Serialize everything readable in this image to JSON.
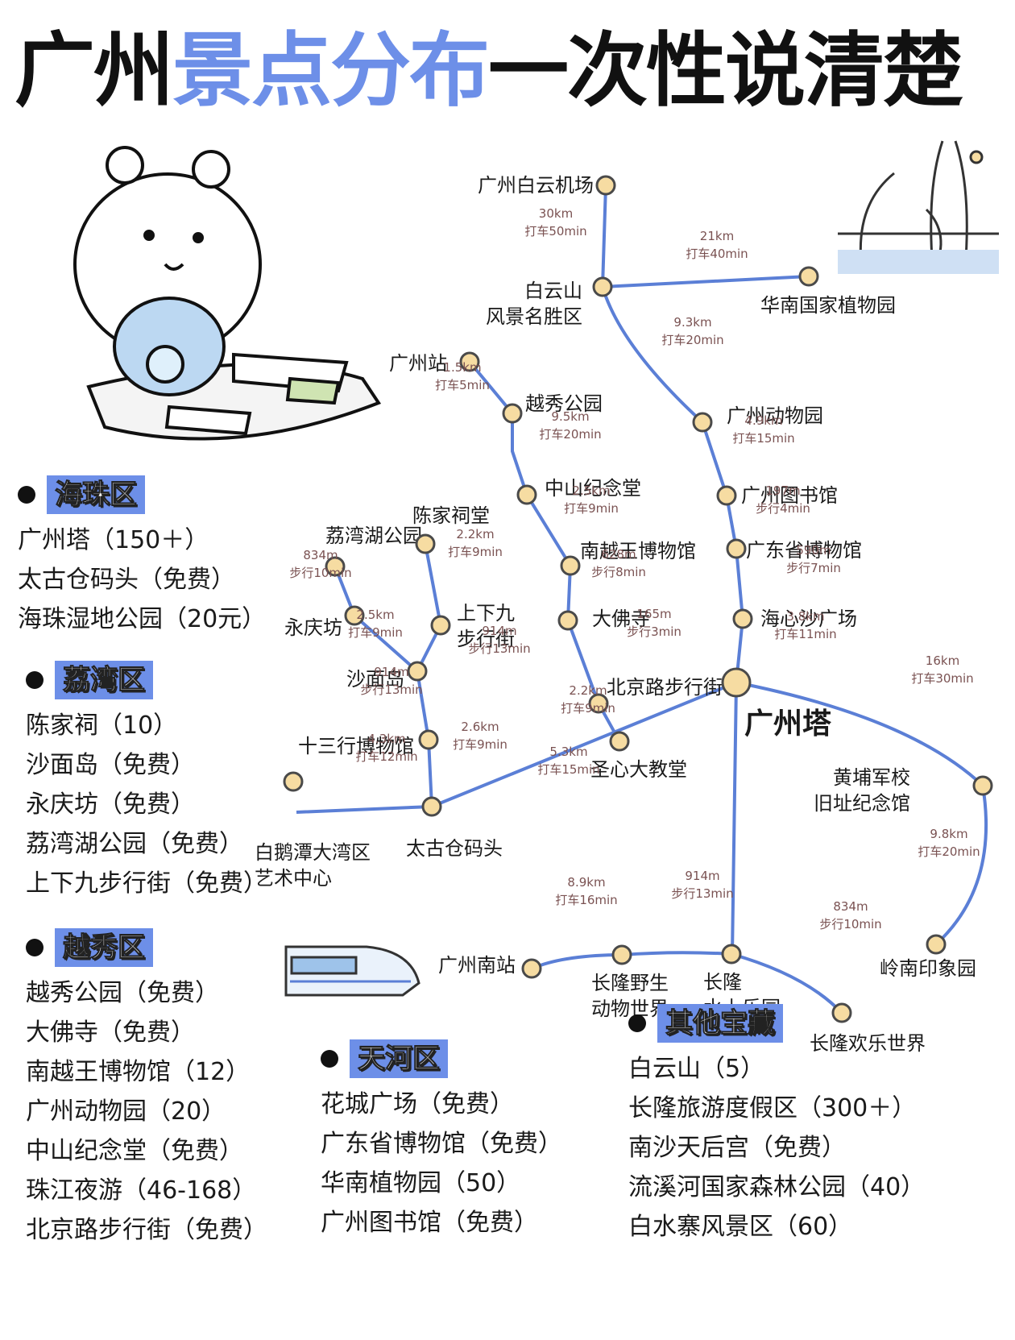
{
  "title": {
    "part1": "广州",
    "part2": "景点分布",
    "part3": "一次性说清楚"
  },
  "colors": {
    "accent": "#6d8fe8",
    "line": "#5b7fd6",
    "station_fill": "#f6dca2",
    "station_stroke": "#4a4a4a",
    "dist_text": "#7a5252"
  },
  "map": {
    "stations": [
      {
        "id": "airport",
        "label": "广州白云机场"
      },
      {
        "id": "baiyunshan",
        "label": "白云山",
        "label2": "风景名胜区"
      },
      {
        "id": "botanic",
        "label": "华南国家植物园"
      },
      {
        "id": "gz_station",
        "label": "广州站"
      },
      {
        "id": "yuexiu_park",
        "label": "越秀公园"
      },
      {
        "id": "zoo",
        "label": "广州动物园"
      },
      {
        "id": "zhongshan",
        "label": "中山纪念堂"
      },
      {
        "id": "library",
        "label": "广州图书馆"
      },
      {
        "id": "liwan_lake",
        "label": "荔湾湖公园"
      },
      {
        "id": "chenjiaci",
        "label": "陈家祠堂"
      },
      {
        "id": "nanyue",
        "label": "南越王博物馆"
      },
      {
        "id": "gd_museum",
        "label": "广东省博物馆"
      },
      {
        "id": "yongqing",
        "label": "永庆坊"
      },
      {
        "id": "shangxiajiu",
        "label": "上下九",
        "label2": "步行街"
      },
      {
        "id": "dafosi",
        "label": "大佛寺"
      },
      {
        "id": "haixinsha",
        "label": "海心沙广场"
      },
      {
        "id": "shamian",
        "label": "沙面岛"
      },
      {
        "id": "beijinglu",
        "label": "北京路步行街"
      },
      {
        "id": "canton_tower",
        "label": "广州塔"
      },
      {
        "id": "shisanhang",
        "label": "十三行博物馆"
      },
      {
        "id": "cathedral",
        "label": "圣心大教堂"
      },
      {
        "id": "huangpu",
        "label": "黄埔军校",
        "label2": "旧址纪念馆"
      },
      {
        "id": "baietan",
        "label": "白鹅潭大湾区",
        "label2": "艺术中心"
      },
      {
        "id": "taigucang",
        "label": "太古仓码头"
      },
      {
        "id": "gz_south",
        "label": "广州南站"
      },
      {
        "id": "chimelong_wild",
        "label": "长隆野生",
        "label2": "动物世界"
      },
      {
        "id": "chimelong_water",
        "label": "长隆",
        "label2": "水上乐园"
      },
      {
        "id": "lingnan",
        "label": "岭南印象园"
      },
      {
        "id": "chimelong_happy",
        "label": "长隆欢乐世界"
      }
    ],
    "distances": [
      {
        "km": "30km",
        "time": "打车50min"
      },
      {
        "km": "21km",
        "time": "打车40min"
      },
      {
        "km": "9.3km",
        "time": "打车20min"
      },
      {
        "km": "1.5km",
        "time": "打车5min"
      },
      {
        "km": "9.5km",
        "time": "打车20min"
      },
      {
        "km": "4.9km",
        "time": "打车15min"
      },
      {
        "km": "2.5km",
        "time": "打车9min"
      },
      {
        "km": "197m",
        "time": "步行4min"
      },
      {
        "km": "2.2km",
        "time": "打车9min"
      },
      {
        "km": "834m",
        "time": "步行10min"
      },
      {
        "km": "628m",
        "time": "步行8min"
      },
      {
        "km": "590m",
        "time": "步行7min"
      },
      {
        "km": "2.5km",
        "time": "打车9min"
      },
      {
        "km": "914m",
        "time": "步行13min"
      },
      {
        "km": "165m",
        "time": "步行3min"
      },
      {
        "km": "3.8km",
        "time": "打车11min"
      },
      {
        "km": "914m",
        "time": "步行13min"
      },
      {
        "km": "2.2km",
        "time": "打车9min"
      },
      {
        "km": "16km",
        "time": "打车30min"
      },
      {
        "km": "2.6km",
        "time": "打车9min"
      },
      {
        "km": "4.3km",
        "time": "打车12min"
      },
      {
        "km": "5.3km",
        "time": "打车15min"
      },
      {
        "km": "9.8km",
        "time": "打车20min"
      },
      {
        "km": "8.9km",
        "time": "打车16min"
      },
      {
        "km": "914m",
        "time": "步行13min"
      },
      {
        "km": "834m",
        "time": "步行10min"
      }
    ]
  },
  "sections": {
    "haizhu": {
      "name": "海珠区",
      "items": [
        "广州塔（150＋）",
        "太古仓码头（免费）",
        "海珠湿地公园（20元）"
      ]
    },
    "liwan": {
      "name": "荔湾区",
      "items": [
        "陈家祠（10）",
        "沙面岛（免费）",
        "永庆坊（免费）",
        "荔湾湖公园（免费）",
        "上下九步行街（免费）"
      ]
    },
    "yuexiu": {
      "name": "越秀区",
      "items": [
        "越秀公园（免费）",
        "大佛寺（免费）",
        "南越王博物馆（12）",
        "广州动物园（20）",
        "中山纪念堂（免费）",
        "珠江夜游（46-168）",
        "北京路步行街（免费）"
      ]
    },
    "tianhe": {
      "name": "天河区",
      "items": [
        "花城广场（免费）",
        "广东省博物馆（免费）",
        "华南植物园（50）",
        "广州图书馆（免费）"
      ]
    },
    "other": {
      "name": "其他宝藏",
      "items": [
        "白云山（5）",
        "长隆旅游度假区（300＋）",
        "南沙天后宫（免费）",
        "流溪河国家森林公园（40）",
        "白水寨风景区（60）"
      ]
    }
  }
}
